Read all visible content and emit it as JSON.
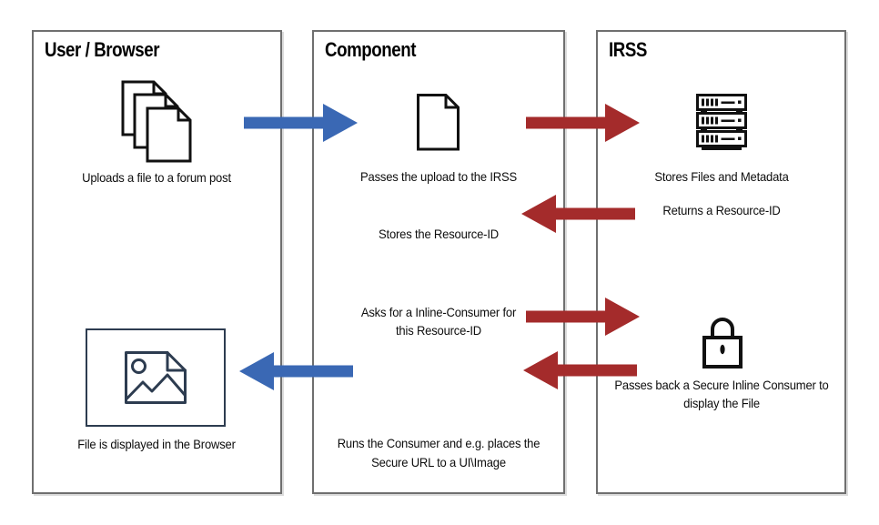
{
  "columns": {
    "user_browser": {
      "title": "User / Browser",
      "upload_caption": "Uploads a file to a forum post",
      "display_caption": "File is displayed in the Browser"
    },
    "component": {
      "title": "Component",
      "pass_upload_caption": "Passes the upload to the IRSS",
      "store_resource_caption": "Stores the Resource-ID",
      "ask_consumer_lines": [
        "Asks for a Inline-Consumer for",
        "this Resource-ID"
      ],
      "run_consumer_lines": [
        "Runs the Consumer and e.g. places the",
        "Secure URL to a UI\\Image"
      ]
    },
    "irss": {
      "title": "IRSS",
      "store_files_caption": "Stores Files and Metadata",
      "return_resource_caption": "Returns a Resource-ID",
      "pass_back_lines": [
        "Passes back a Secure Inline Consumer to",
        "display the File"
      ]
    }
  },
  "icons": {
    "user_upload": "documents-stack-icon",
    "component_file": "document-icon",
    "irss_storage": "server-icon",
    "irss_secure": "lock-icon",
    "user_display": "image-placeholder-icon"
  },
  "arrows": [
    {
      "id": "upload-to-component",
      "color": "blue",
      "direction": "right"
    },
    {
      "id": "upload-to-irss",
      "color": "red",
      "direction": "right"
    },
    {
      "id": "resource-id-to-component",
      "color": "red",
      "direction": "left"
    },
    {
      "id": "ask-consumer-to-irss",
      "color": "red",
      "direction": "right"
    },
    {
      "id": "consumer-to-component",
      "color": "red",
      "direction": "left"
    },
    {
      "id": "display-to-browser",
      "color": "blue",
      "direction": "left"
    }
  ],
  "colors": {
    "flow_blue": "#3A68B4",
    "flow_red": "#A42B2B",
    "box_border": "#6F6F6F",
    "icon_ink": "#111111",
    "image_icon_navy": "#2D3C50"
  }
}
